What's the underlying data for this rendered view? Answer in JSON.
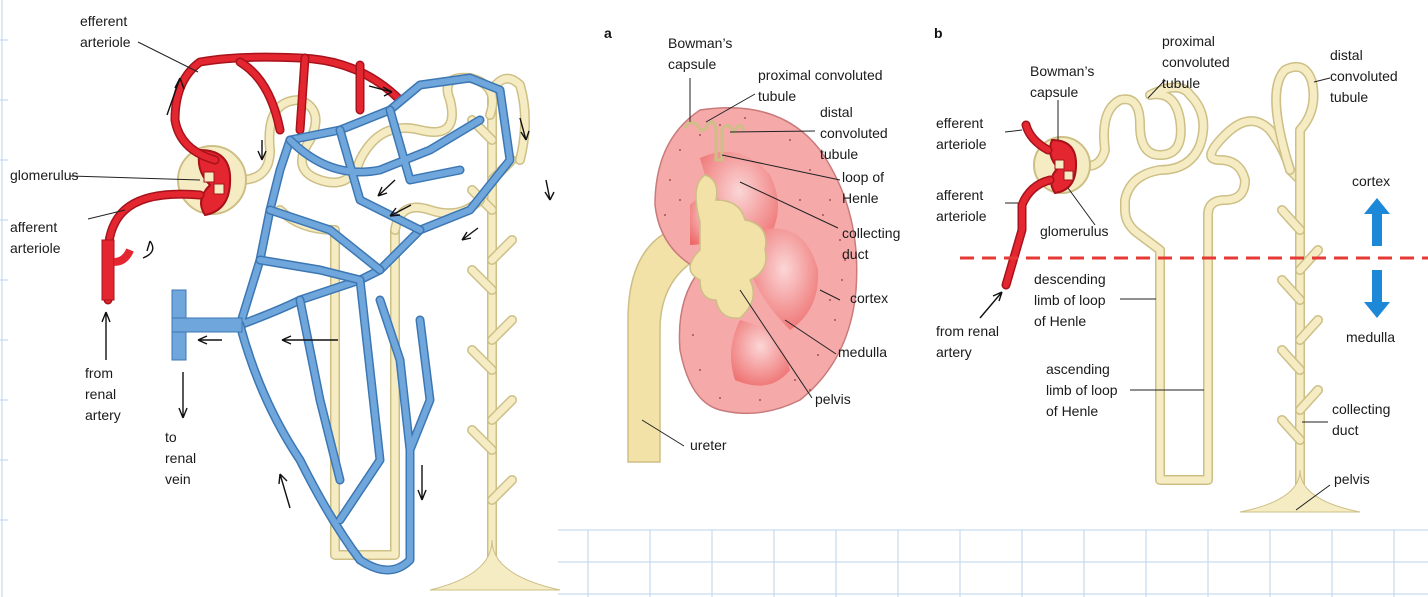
{
  "colors": {
    "artery": "#e3262f",
    "vein": "#6fa6dc",
    "tubule": "#f6ecc4",
    "cortex": "#f3a3a3",
    "medulla": "#f07070",
    "divider": "#e53935",
    "direction_arrow": "#1e88d8",
    "grid": "#bcd3ec"
  },
  "left_panel": {
    "efferent_arteriole": "efferent\narteriole",
    "glomerulus": "glomerulus",
    "afferent_arteriole": "afferent\narteriole",
    "from_renal_artery": "from\nrenal\nartery",
    "to_renal_vein": "to\nrenal\nvein"
  },
  "panel_a": {
    "letter": "a",
    "bowmans_capsule": "Bowman’s\ncapsule",
    "proximal_convoluted_tubule": "proximal convoluted\ntubule",
    "distal_convoluted_tubule": "distal\nconvoluted\ntubule",
    "loop_of_henle": "loop of\nHenle",
    "collecting_duct": "collecting\nduct",
    "cortex": "cortex",
    "medulla": "medulla",
    "pelvis": "pelvis",
    "ureter": "ureter"
  },
  "panel_b": {
    "letter": "b",
    "bowmans_capsule": "Bowman’s\ncapsule",
    "proximal_convoluted_tubule": "proximal\nconvoluted\ntubule",
    "distal_convoluted_tubule": "distal\nconvoluted\ntubule",
    "efferent_arteriole": "efferent\narteriole",
    "afferent_arteriole": "afferent\narteriole",
    "glomerulus": "glomerulus",
    "from_renal_artery": "from renal\nartery",
    "descending_limb": "descending\nlimb of loop\nof Henle",
    "ascending_limb": "ascending\nlimb of loop\nof Henle",
    "collecting_duct": "collecting\nduct",
    "pelvis": "pelvis",
    "cortex": "cortex",
    "medulla": "medulla"
  }
}
